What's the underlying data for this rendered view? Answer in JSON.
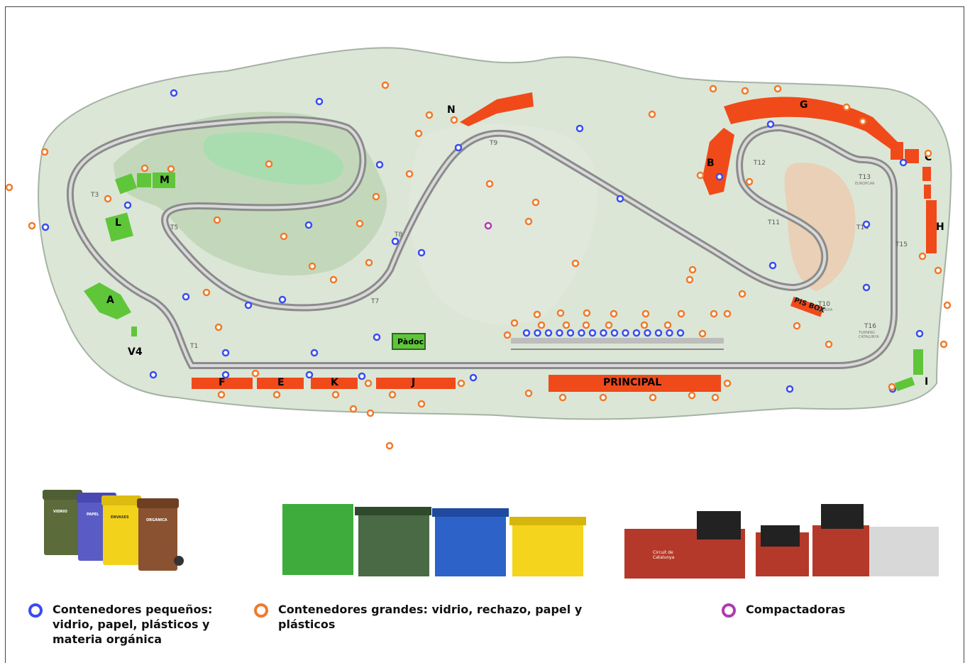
{
  "map": {
    "zones": {
      "red": [
        {
          "id": "N",
          "label": "N"
        },
        {
          "id": "G",
          "label": "G"
        },
        {
          "id": "B",
          "label": "B"
        },
        {
          "id": "C",
          "label": "C"
        },
        {
          "id": "H",
          "label": "H"
        },
        {
          "id": "F",
          "label": "F"
        },
        {
          "id": "E",
          "label": "E"
        },
        {
          "id": "K",
          "label": "K"
        },
        {
          "id": "J",
          "label": "J"
        },
        {
          "id": "PRINCIPAL",
          "label": "PRINCIPAL"
        },
        {
          "id": "PITBOX",
          "label": "PIS BOX"
        }
      ],
      "green": [
        {
          "id": "M",
          "label": "M"
        },
        {
          "id": "L",
          "label": "L"
        },
        {
          "id": "A",
          "label": "A"
        },
        {
          "id": "PADOC",
          "label": "Pàdoc"
        },
        {
          "id": "I",
          "label": "I"
        },
        {
          "id": "V4",
          "label": "V4"
        }
      ]
    },
    "turn_labels": [
      "T1",
      "T3",
      "T5",
      "T7",
      "T8",
      "T9",
      "T10",
      "T11",
      "T12",
      "T13",
      "T14",
      "T15",
      "T16"
    ],
    "small_labels": {
      "t13_sub": "EUROPCAR",
      "t16_sub": "TURNING CATALUNYA",
      "t10_sub": "LA CAIXA"
    },
    "colors": {
      "track": "#8b8b8b",
      "grass": "#c9dcc0",
      "grass_light": "#a8e0a0",
      "red_zone": "#f04a1a",
      "green_zone": "#5fc63a",
      "blue_marker": "#3a4cf0",
      "orange_marker": "#f07a2a",
      "purple_marker": "#b03ab0"
    }
  },
  "legend": [
    {
      "id": "small",
      "icon": "blue-ring-marker",
      "color": "#3a4cf0",
      "line1": "Contenedores pequeños:",
      "line2": "vidrio, papel, plásticos y",
      "line3": "materia orgánica"
    },
    {
      "id": "large",
      "icon": "orange-ring-marker",
      "color": "#f07a2a",
      "line1": "Contenedores grandes: vidrio, rechazo, papel y",
      "line2": "plásticos"
    },
    {
      "id": "compact",
      "icon": "purple-ring-marker",
      "color": "#b03ab0",
      "line1": "Compactadoras"
    }
  ],
  "bins": {
    "small_labels": [
      "VIDRIO",
      "PAPEL",
      "ENVASES",
      "ORGÁNICA"
    ],
    "compactor_brand": "Circuit de Catalunya"
  }
}
